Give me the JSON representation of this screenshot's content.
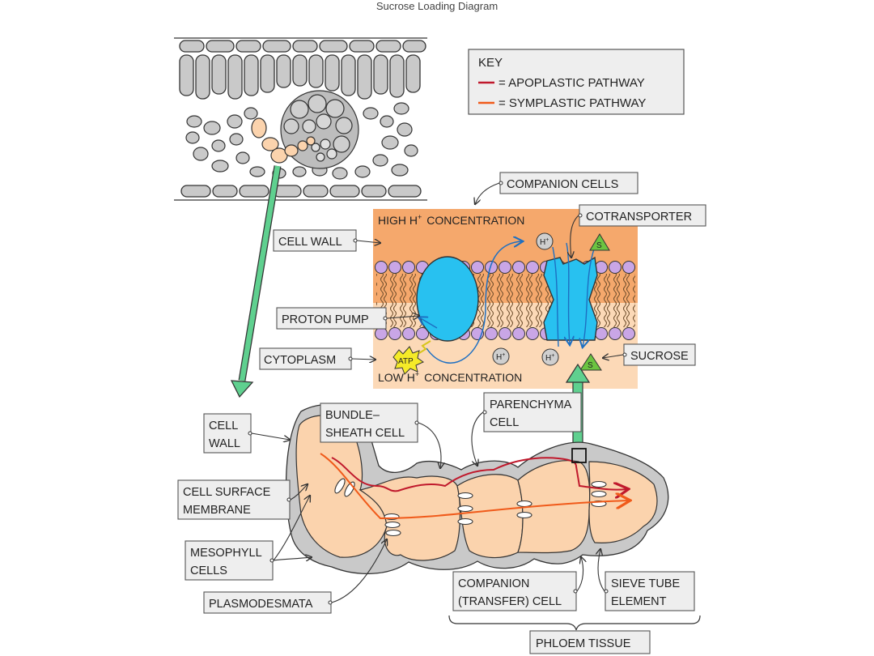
{
  "page": {
    "title": "Sucrose Loading Diagram"
  },
  "key": {
    "title": "KEY",
    "items": [
      {
        "label": "= APOPLASTIC  PATHWAY",
        "color": "#c0192c"
      },
      {
        "label": "= SYMPLASTIC  PATHWAY",
        "color": "#f05a1a"
      }
    ]
  },
  "membrane_panel": {
    "high_prefix": "HIGH  H",
    "high_suffix": "CONCENTRATION",
    "low_prefix": "LOW  H",
    "low_suffix": "CONCENTRATION",
    "plus": "+",
    "h_ion": "H",
    "sucrose_symbol": "S",
    "atp": "ATP"
  },
  "labels": {
    "companion_cells": "COMPANION  CELLS",
    "cotransporter": "COTRANSPORTER",
    "cell_wall": "CELL  WALL",
    "proton_pump": "PROTON  PUMP",
    "cytoplasm": "CYTOPLASM",
    "sucrose": "SUCROSE",
    "cell_wall_lower_1": "CELL",
    "cell_wall_lower_2": "WALL",
    "bundle_sheath_1": "BUNDLE–",
    "bundle_sheath_2": "SHEATH  CELL",
    "parenchyma_1": "PARENCHYMA",
    "parenchyma_2": "CELL",
    "cell_surface_membrane_1": "CELL  SURFACE",
    "cell_surface_membrane_2": "MEMBRANE",
    "mesophyll_1": "MESOPHYLL",
    "mesophyll_2": "CELLS",
    "plasmodesmata": "PLASMODESMATA",
    "companion_transfer_1": "COMPANION",
    "companion_transfer_2": "(TRANSFER)  CELL",
    "sieve_tube_1": "SIEVE  TUBE",
    "sieve_tube_2": "ELEMENT",
    "phloem_tissue": "PHLOEM  TISSUE"
  },
  "colors": {
    "apoplastic": "#c0192c",
    "symplastic": "#f05a1a",
    "cell_fill": "#fbd3ad",
    "cell_wall_grey": "#c9c9c9",
    "high_h_zone": "#f5a86c",
    "low_h_zone": "#fcd9b7",
    "phospholipid_head": "#c9a6e6",
    "protein": "#28c1f0",
    "connector_arrow": "#5fd08f",
    "label_box": "#eeeeee",
    "ion_grey": "#cfcfcf",
    "sucrose_green": "#6cc441",
    "atp_yellow": "#f5ea28"
  }
}
